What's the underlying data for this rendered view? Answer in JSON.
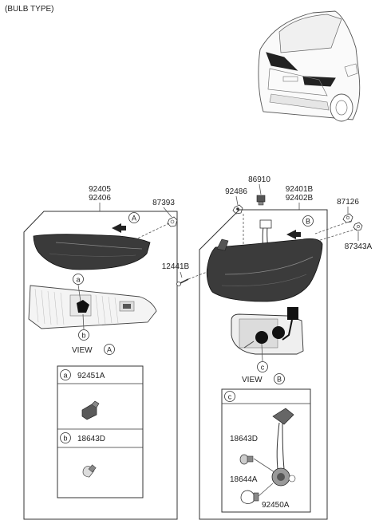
{
  "header": {
    "title": "(BULB TYPE)"
  },
  "left": {
    "part_line1": "92405",
    "part_line2": "92406",
    "screw_part": "87393",
    "view_letter": "A",
    "view_label": "VIEW",
    "callout_a": "a",
    "callout_b": "b",
    "legend": [
      {
        "letter": "a",
        "part": "92451A"
      },
      {
        "letter": "b",
        "part": "18643D"
      }
    ]
  },
  "right": {
    "part_86910": "86910",
    "part_92486": "92486",
    "part_line1": "92401B",
    "part_line2": "92402B",
    "part_87126": "87126",
    "part_87343A": "87343A",
    "part_12441B": "12441B",
    "view_letter": "B",
    "view_label": "VIEW",
    "callout_c": "c",
    "detail": {
      "letter": "c",
      "part_18643D": "18643D",
      "part_18644A": "18644A",
      "part_92450A": "92450A"
    }
  }
}
